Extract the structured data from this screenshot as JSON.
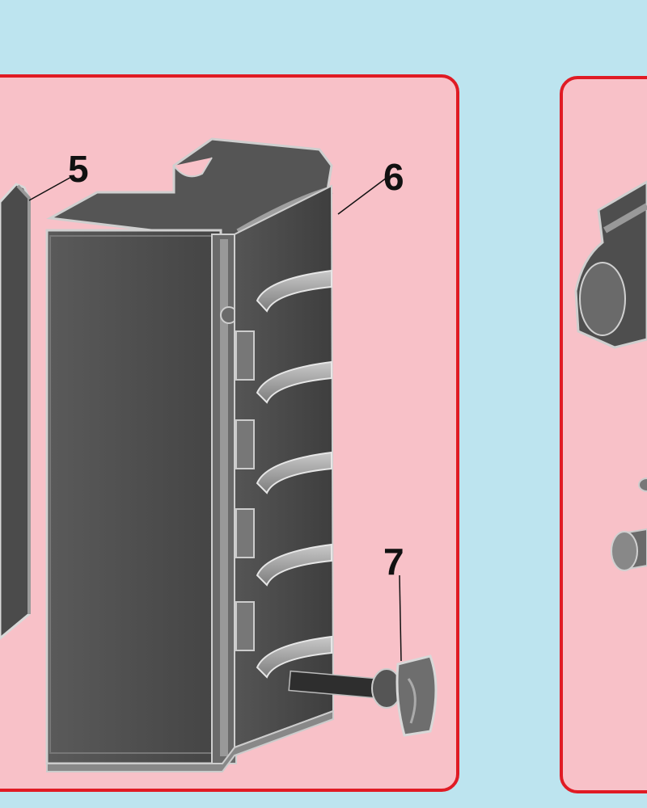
{
  "diagram": {
    "callouts": [
      {
        "id": "5",
        "text": "5"
      },
      {
        "id": "6",
        "text": "6"
      },
      {
        "id": "7",
        "text": "7"
      }
    ]
  },
  "colors": {
    "background": "#bde4ef",
    "panel_fill": "#f8c1c8",
    "panel_border": "#e01b24",
    "part_dark": "#4a4a4a",
    "part_mid": "#8a8a8a",
    "part_light": "#c8c8c8"
  }
}
